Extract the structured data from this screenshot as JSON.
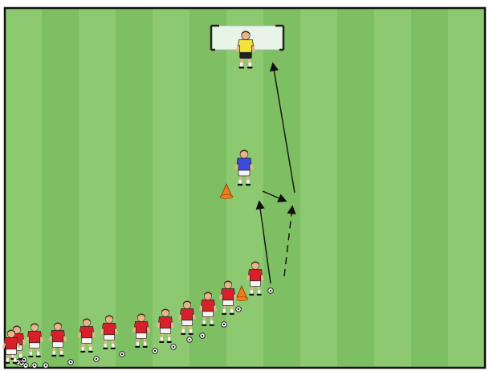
{
  "pitch": {
    "stripe_light": "#8cc970",
    "stripe_dark": "#7fbf63",
    "border": "#111111"
  },
  "goal": {
    "net_color": "#e8f4e8",
    "post_color": "#222222"
  },
  "goalkeeper": {
    "shirt": "#f2e23a",
    "shorts": "#222222",
    "skin": "#e9b48a",
    "hair": "#3a2a1a"
  },
  "defender": {
    "shirt": "#3c4bd8",
    "shorts": "#f4f4f4",
    "skin": "#e9b48a",
    "hair": "#3a2a1a"
  },
  "attackers": {
    "shirt": "#d8202a",
    "shorts": "#f4f4f4",
    "skin": "#e9b48a",
    "hair": "#3a2a1a",
    "count": 12
  },
  "cones": {
    "color": "#f07a18",
    "count": 2
  },
  "balls": {
    "count": 16,
    "color": "#ffffff"
  },
  "arrows": {
    "pass_style": "solid",
    "run_style": "dashed",
    "color": "#111111"
  }
}
